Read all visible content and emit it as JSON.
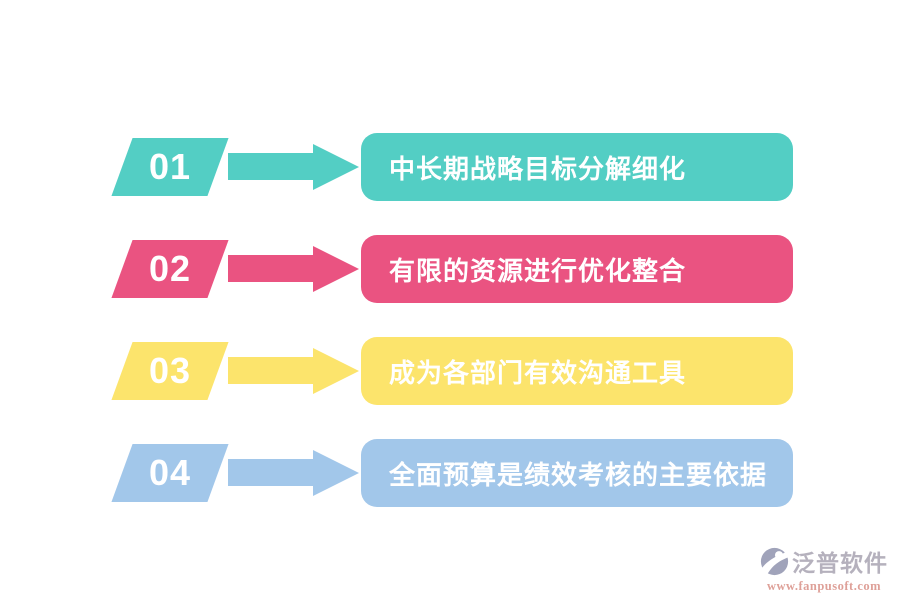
{
  "rows": [
    {
      "number": "01",
      "label": "中长期战略目标分解细化",
      "color": "#53CEC4"
    },
    {
      "number": "02",
      "label": "有限的资源进行优化整合",
      "color": "#EA5381"
    },
    {
      "number": "03",
      "label": "成为各部门有效沟通工具",
      "color": "#FCE46C"
    },
    {
      "number": "04",
      "label": "全面预算是绩效考核的主要依据",
      "color": "#A2C7EA"
    }
  ],
  "watermark": {
    "brand": "泛普软件",
    "url": "www.fanpusoft.com",
    "logo_color": "#9093AE",
    "brand_color": "#A9A4B2",
    "url_color": "#D99087"
  }
}
